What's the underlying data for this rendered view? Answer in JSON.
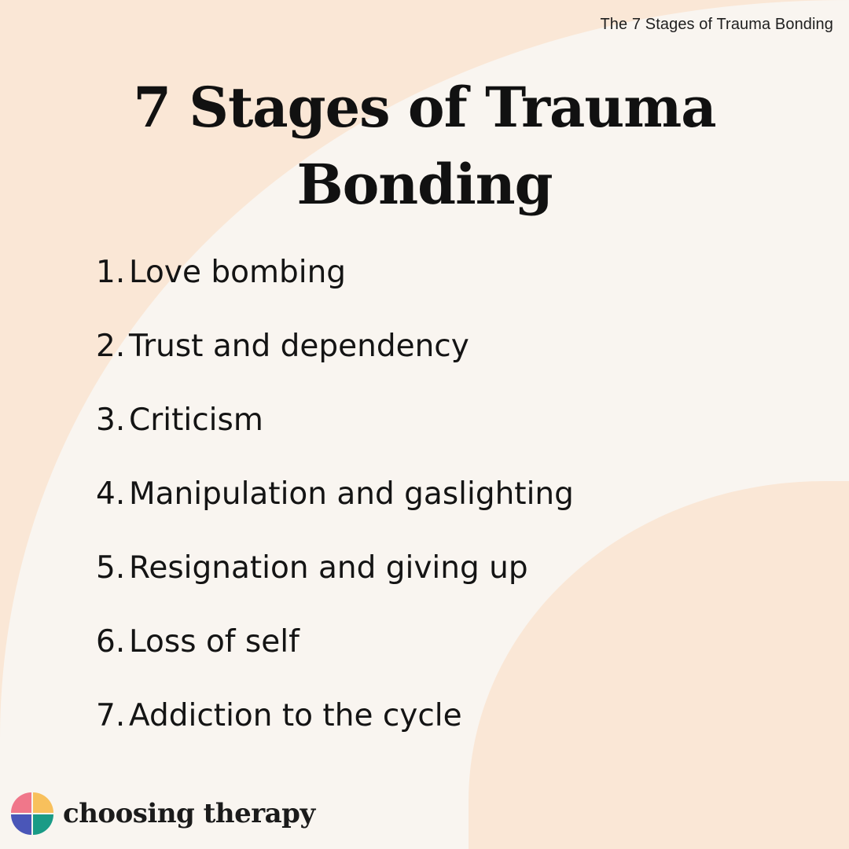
{
  "header": {
    "caption": "The 7 Stages of Trauma Bonding"
  },
  "title": "7 Stages of Trauma Bonding",
  "stages": [
    {
      "number": "1.",
      "label": "Love bombing"
    },
    {
      "number": "2.",
      "label": "Trust and dependency"
    },
    {
      "number": "3.",
      "label": "Criticism"
    },
    {
      "number": "4.",
      "label": "Manipulation and gaslighting"
    },
    {
      "number": "5.",
      "label": "Resignation and giving up"
    },
    {
      "number": "6.",
      "label": "Loss of self"
    },
    {
      "number": "7.",
      "label": "Addiction to the cycle"
    }
  ],
  "brand": {
    "name": "choosing therapy",
    "logo_icon": "choosing-therapy-logo-icon"
  },
  "colors": {
    "peach": "#fae7d6",
    "cream": "#f9f5f0",
    "text": "#141414",
    "logo_pink": "#f0778a",
    "logo_yellow": "#f8c05c",
    "logo_blue": "#4a56b8",
    "logo_teal": "#1a9b86"
  }
}
